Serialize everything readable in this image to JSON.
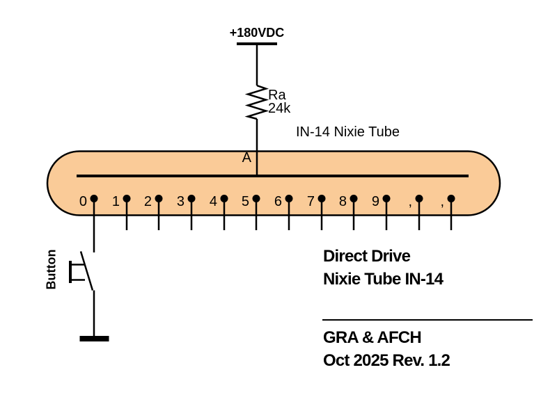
{
  "schematic": {
    "power": {
      "label": "+180VDC"
    },
    "resistor": {
      "designator": "Ra",
      "value": "24k"
    },
    "tube": {
      "title": "IN-14 Nixie Tube",
      "anode_label": "A",
      "pins": [
        "0",
        "1",
        "2",
        "3",
        "4",
        "5",
        "6",
        "7",
        "8",
        "9",
        ",",
        ","
      ]
    },
    "button": {
      "label": "Button"
    }
  },
  "title_block": {
    "product_line1": "Direct Drive",
    "product_line2": "Nixie Tube IN-14",
    "company": "GRA & AFCH",
    "revision": "Oct 2025 Rev. 1.2"
  },
  "colors": {
    "tube_fill": "#FACB98",
    "line": "#000000",
    "background": "#FFFFFF"
  }
}
